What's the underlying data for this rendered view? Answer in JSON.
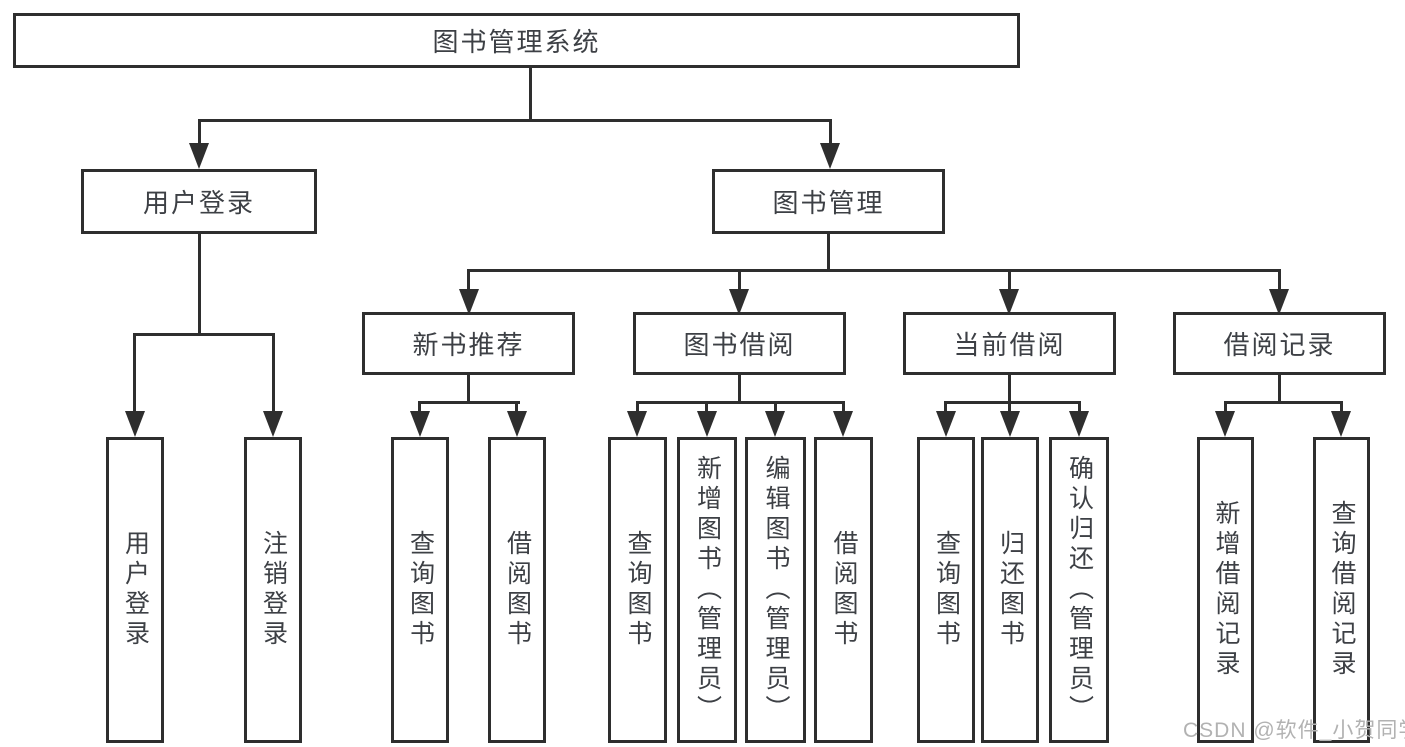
{
  "diagram": {
    "title": "图书管理系统",
    "branches": {
      "user_login": {
        "label": "用户登录",
        "children": [
          "用户登录",
          "注销登录"
        ]
      },
      "book_management": {
        "label": "图书管理",
        "sections": [
          {
            "label": "新书推荐",
            "children": [
              "查询图书",
              "借阅图书"
            ]
          },
          {
            "label": "图书借阅",
            "children": [
              "查询图书",
              "新增图书（管理员）",
              "编辑图书（管理员）",
              "借阅图书"
            ]
          },
          {
            "label": "当前借阅",
            "children": [
              "查询图书",
              "归还图书",
              "确认归还（管理员）"
            ]
          },
          {
            "label": "借阅记录",
            "children": [
              "新增借阅记录",
              "查询借阅记录"
            ]
          }
        ]
      }
    }
  },
  "watermark": {
    "text": "CSDN @软件_小贺同学"
  },
  "colors": {
    "line": "#2e2e2e",
    "text": "#3d4045",
    "watermark": "#b2b2b2",
    "background": "#ffffff"
  }
}
